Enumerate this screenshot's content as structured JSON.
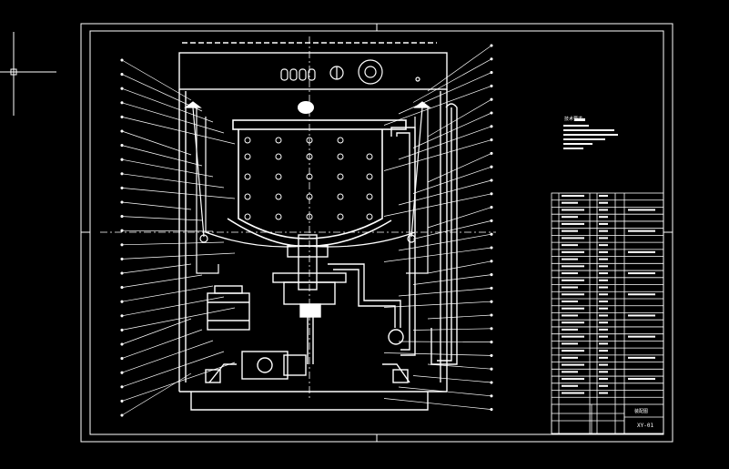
{
  "drawing": {
    "background": "#000000",
    "line_color": "#ffffff",
    "title_block_code": "XY-01",
    "title_block_name": "装配图"
  },
  "notes": {
    "heading": "技术要求",
    "line_count": 6
  },
  "parts_list": {
    "row_count": 30
  },
  "balloons": {
    "left_count": 26,
    "right_count": 28
  }
}
